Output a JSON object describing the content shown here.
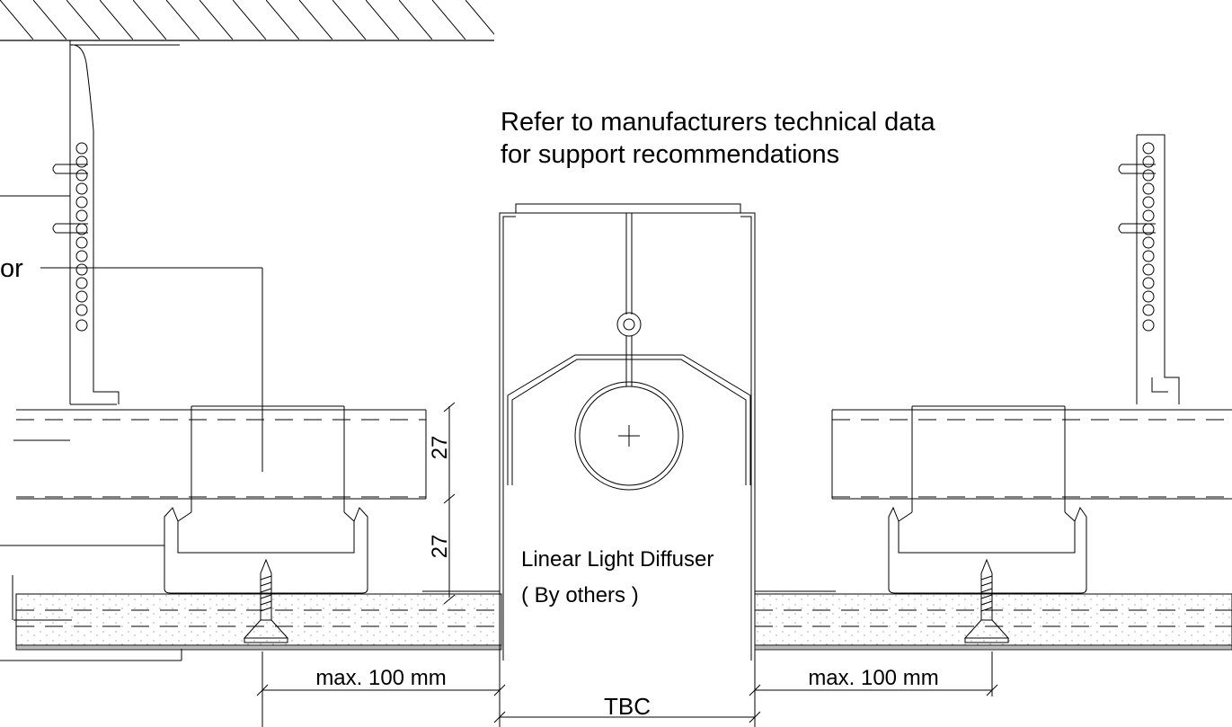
{
  "note": {
    "line1": "Refer to manufacturers technical data",
    "line2": "for support recommendations"
  },
  "labels": {
    "partial_left": "or",
    "diffuser_line1": "Linear Light Diffuser",
    "diffuser_line2": "( By others )"
  },
  "dimensions": {
    "upper_height": "27",
    "lower_height": "27",
    "left_max": "max. 100 mm",
    "right_max": "max. 100 mm",
    "width": "TBC"
  }
}
